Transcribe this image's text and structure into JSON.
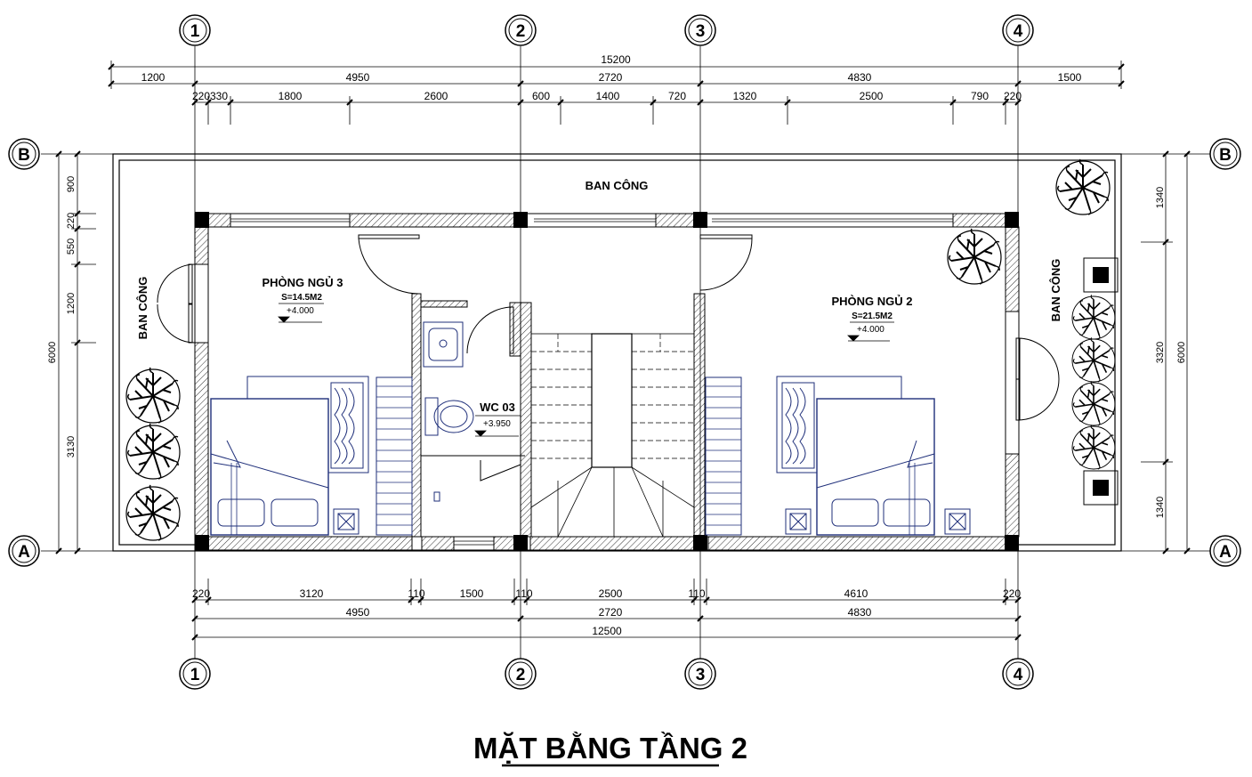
{
  "title": "MẶT BẰNG TẦNG 2",
  "grid_axes": {
    "columns": [
      "1",
      "2",
      "3",
      "4"
    ],
    "rows": [
      "B",
      "A"
    ]
  },
  "dimensions_top": {
    "overall": "15200",
    "level2": [
      "1200",
      "4950",
      "2720",
      "4830",
      "1500"
    ],
    "level3": [
      "220",
      "330",
      "1800",
      "2600",
      "600",
      "1400",
      "720",
      "1320",
      "2500",
      "790",
      "220"
    ]
  },
  "dimensions_bottom": {
    "level1": [
      "220",
      "3120",
      "110",
      "1500",
      "110",
      "2500",
      "110",
      "4610",
      "220"
    ],
    "level2": [
      "4950",
      "2720",
      "4830"
    ],
    "overall": "12500"
  },
  "dimensions_left": {
    "segments": [
      "900",
      "220",
      "550",
      "1200",
      "3130"
    ],
    "overall": "6000"
  },
  "dimensions_right": {
    "segments": [
      "1340",
      "3320",
      "1340"
    ],
    "overall": "6000"
  },
  "rooms": {
    "balcony_top": "BAN CÔNG",
    "balcony_left": "BAN CÔNG",
    "balcony_right": "BAN CÔNG",
    "bedroom3": {
      "name": "PHÒNG NGỦ 3",
      "area": "S=14.5M2",
      "level": "+4.000"
    },
    "bedroom2": {
      "name": "PHÒNG NGỦ 2",
      "area": "S=21.5M2",
      "level": "+4.000"
    },
    "wc": {
      "name": "WC 03",
      "level": "+3.950"
    }
  }
}
